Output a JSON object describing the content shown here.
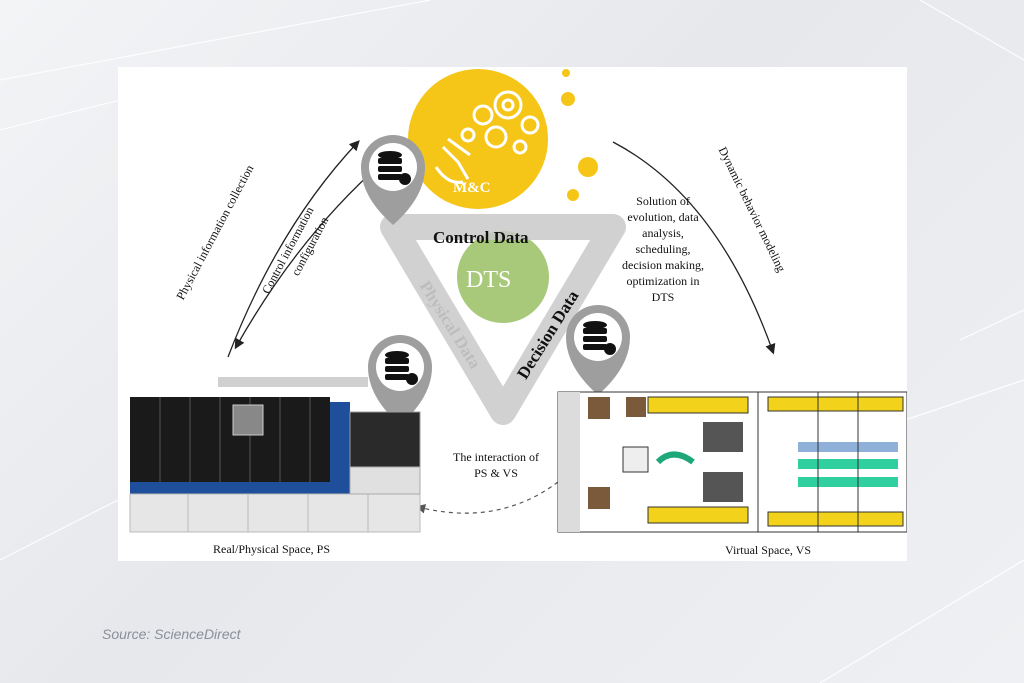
{
  "hub_label": "M&C",
  "center_label": "DTS",
  "edges": {
    "control": "Control Data",
    "decision": "Decision Data",
    "physical": "Physical Data"
  },
  "left_arrows": {
    "outer": "Physical information collection",
    "inner_line1": "Control information",
    "inner_line2": "configuration"
  },
  "right_arrow": "Dynamic behavior modeling",
  "solution_lines": [
    "Solution of",
    "evolution, data",
    "analysis,",
    "scheduling,",
    "decision making,",
    "optimization in",
    "DTS"
  ],
  "interaction_lines": [
    "The interaction of",
    "PS & VS"
  ],
  "physical_caption": "Real/Physical Space, PS",
  "virtual_caption": "Virtual Space, VS",
  "source": "Source: ScienceDirect",
  "colors": {
    "hub_yellow": "#f5c518",
    "center_green": "#a8c87a",
    "triangle_grey": "#c9c9c9",
    "machine_blue": "#1f4e9a"
  },
  "icons": [
    "database-gear-icon",
    "gears-hand-icon",
    "physical-machine-image",
    "virtual-layout-image"
  ]
}
